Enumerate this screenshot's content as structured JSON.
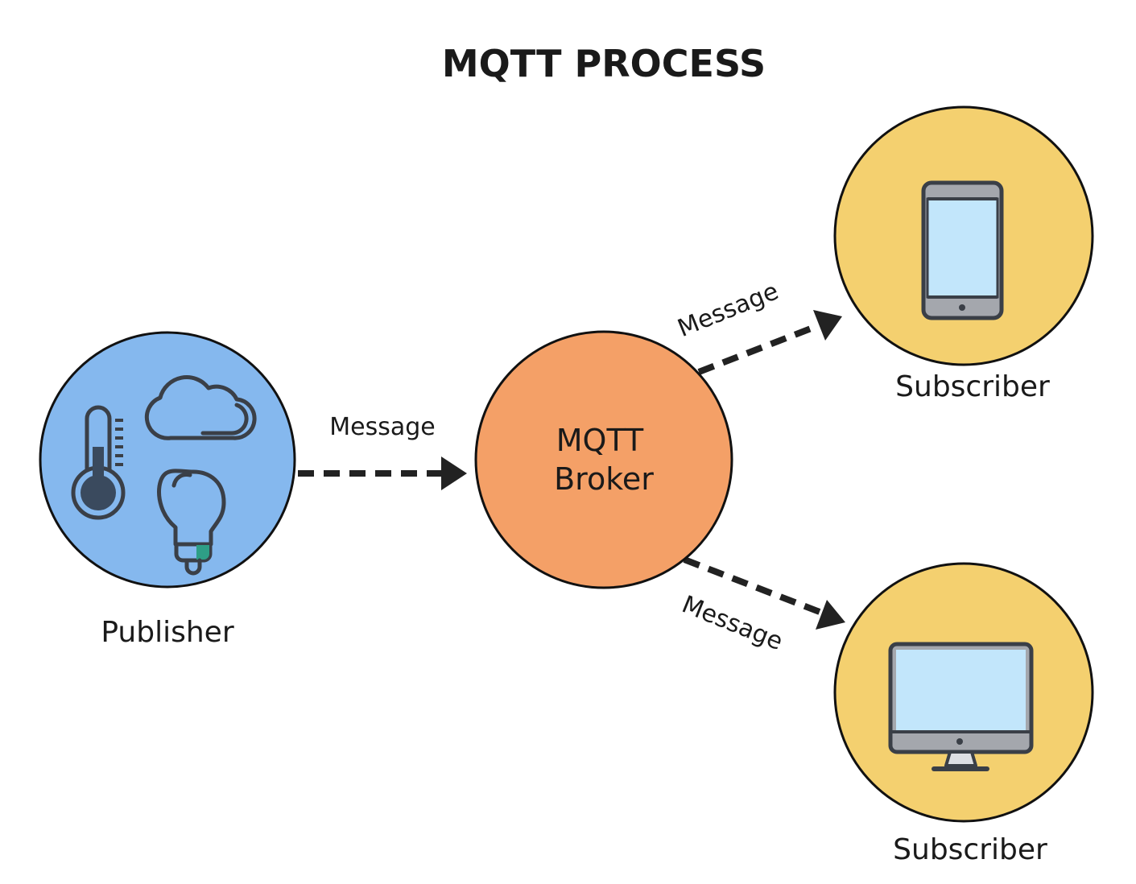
{
  "title": "MQTT PROCESS",
  "publisher": {
    "label": "Publisher",
    "fill": "#85B8EE",
    "icons": [
      "thermometer-icon",
      "cloud-icon",
      "lightbulb-icon"
    ]
  },
  "broker": {
    "line1": "MQTT",
    "line2": "Broker",
    "fill": "#F4A067"
  },
  "subscribers": [
    {
      "label": "Subscriber",
      "icon": "tablet-icon",
      "fill": "#F4D06F"
    },
    {
      "label": "Subscriber",
      "icon": "desktop-monitor-icon",
      "fill": "#F4D06F"
    }
  ],
  "messages": [
    {
      "label": "Message"
    },
    {
      "label": "Message"
    },
    {
      "label": "Message"
    }
  ],
  "colors": {
    "screen": "#C2E6FB",
    "device_gray": "#A4A7AD",
    "device_outline": "#3A3F47",
    "bulb_accent": "#2E9E86"
  }
}
